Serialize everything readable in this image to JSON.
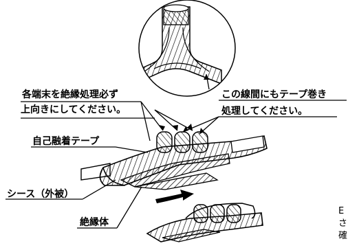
{
  "labels": {
    "note_main_line1": "各端末を絶縁処理必ず",
    "note_main_line2": "上向きにしてください。",
    "note_gap_line1": "この線間にもテープ巻き",
    "note_gap_line2": "処理してください。",
    "self_fusing_tape": "自己融着テープ",
    "sheath": "シース（外被）",
    "insulator": "絶縁体",
    "edge_text": [
      "E",
      "さ",
      "確"
    ]
  }
}
